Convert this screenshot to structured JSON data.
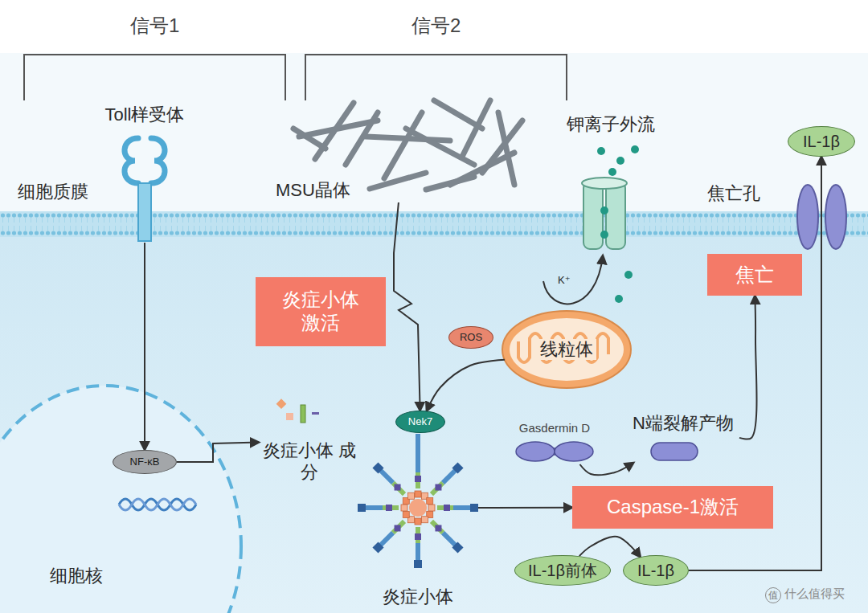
{
  "diagram": {
    "nodes": [
      {
        "text": [
          "Toll样受体"
        ]
      },
      {
        "text": [
          "MSU晶体"
        ]
      },
      {
        "text": [
          "钾离子外流"
        ]
      },
      {
        "text": [
          "IL-1β"
        ]
      },
      {
        "text": [
          "焦亡孔"
        ]
      },
      {
        "text": [
          "炎症小体 激活"
        ]
      },
      {
        "text": [
          "焦亡"
        ]
      },
      {
        "text": [
          "ROS"
        ]
      },
      {
        "text": [
          "线粒体"
        ]
      },
      {
        "text": [
          "细胞核"
        ]
      },
      {
        "text": [
          "NF-κB"
        ],
        "in": 9
      },
      {
        "text": [
          "炎症小体 成分"
        ]
      },
      {
        "text": [
          "Nek7"
        ]
      },
      {
        "text": [
          "Gasdermin D"
        ]
      },
      {
        "text": [
          "N端裂解产物"
        ]
      },
      {
        "text": [
          "炎症小体"
        ]
      },
      {
        "text": [
          "Caspase-1激活"
        ]
      },
      {
        "text": [
          "IL-1β前体"
        ]
      },
      {
        "text": [
          "IL-1β"
        ]
      }
    ],
    "edges": [
      {
        "from": 0,
        "to": 10,
        "arrow": "to"
      },
      {
        "from": 10,
        "to": 11,
        "arrow": "to"
      },
      {
        "from": 1,
        "to": 12,
        "arrow": "to"
      },
      {
        "from": 8,
        "to": 12,
        "arrow": "to"
      },
      {
        "from": 15,
        "to": 16,
        "arrow": "to"
      },
      {
        "from": 13,
        "to": 14,
        "arrow": "to"
      },
      {
        "from": 14,
        "to": 6,
        "arrow": "to"
      },
      {
        "from": 17,
        "to": 18,
        "arrow": "to"
      },
      {
        "from": 18,
        "to": 3,
        "arrow": "to"
      }
    ],
    "labels": [
      "信号1",
      "信号2",
      "细胞质膜",
      "K⁺",
      "值",
      "什么值得买"
    ]
  }
}
